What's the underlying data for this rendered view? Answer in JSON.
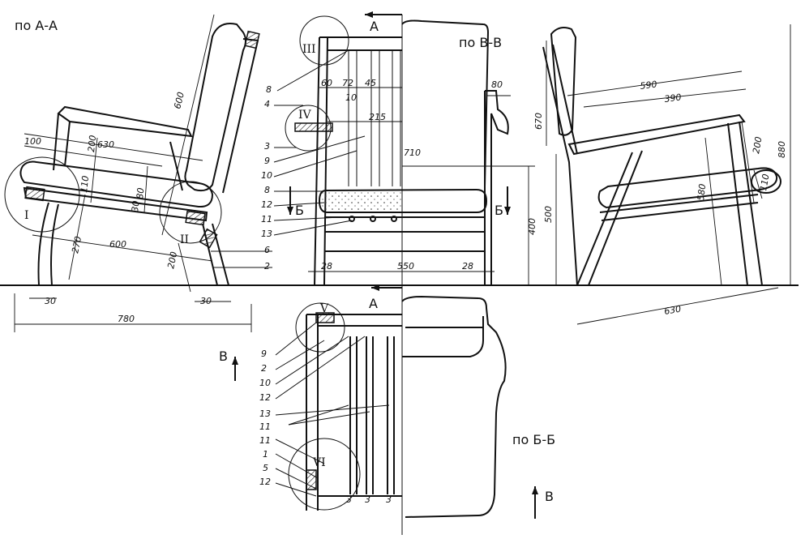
{
  "views": {
    "view_aa": "по  А-А",
    "view_vv": "по  В-В",
    "view_bb": "по  Б-Б"
  },
  "section_marks": {
    "a_top": "А",
    "a_bottom": "А",
    "b_left": "Б",
    "b_right": "Б",
    "v_left": "В",
    "v_bottom": "В"
  },
  "detail_marks": [
    "I",
    "II",
    "III",
    "IV",
    "V",
    "VI"
  ],
  "dimensions": {
    "side_left": [
      "600",
      "100",
      "630",
      "200",
      "110",
      "80",
      "30",
      "270",
      "600",
      "200",
      "30",
      "30",
      "780"
    ],
    "front": [
      "60",
      "72",
      "45",
      "10",
      "215",
      "80",
      "710",
      "400",
      "28",
      "550",
      "28"
    ],
    "side_right": [
      "590",
      "390",
      "670",
      "200",
      "880",
      "500",
      "580",
      "110",
      "630"
    ]
  },
  "part_labels": {
    "front_left": [
      "8",
      "4",
      "3",
      "9",
      "10",
      "8",
      "12",
      "11",
      "13",
      "6",
      "2"
    ],
    "bottom_left": [
      "9",
      "2",
      "10",
      "12",
      "13",
      "11",
      "11",
      "1",
      "5",
      "12"
    ],
    "spring_marks": [
      "3",
      "3",
      "3"
    ]
  }
}
